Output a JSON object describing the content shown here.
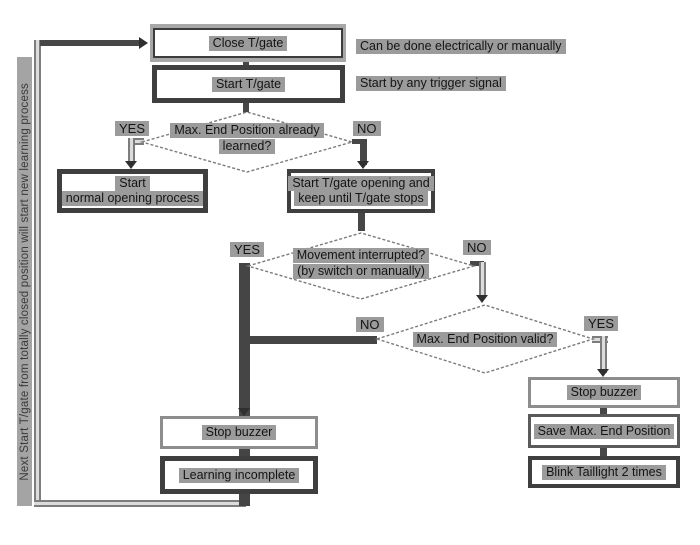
{
  "side_note": "Next Start T/gate from totally closed position will start new learning process",
  "nodes": {
    "close_tgate": {
      "label": "Close T/gate",
      "annotation": "Can be done electrically or manually"
    },
    "start_tgate": {
      "label": "Start T/gate",
      "annotation": "Start by any trigger signal"
    },
    "decision_learned": {
      "line1": "Max. End Position already",
      "line2": "learned?",
      "yes": "YES",
      "no": "NO"
    },
    "start_normal": {
      "line1": "Start",
      "line2": "normal opening process"
    },
    "start_opening": {
      "line1": "Start T/gate opening and",
      "line2": "keep until T/gate stops"
    },
    "decision_interrupted": {
      "line1": "Movement interrupted?",
      "line2": "(by switch or manually)",
      "yes": "YES",
      "no": "NO"
    },
    "decision_valid": {
      "label": "Max. End Position valid?",
      "yes": "YES",
      "no": "NO"
    },
    "stop_buzzer_right": {
      "label": "Stop buzzer"
    },
    "save_position": {
      "label": "Save Max. End Position"
    },
    "blink_taillight": {
      "label": "Blink Taillight 2 times"
    },
    "stop_buzzer_left": {
      "label": "Stop buzzer"
    },
    "learning_incomplete": {
      "label": "Learning incomplete"
    }
  },
  "colors": {
    "chip_background": "#9b9b9b",
    "border_dark": "#3f3f3f",
    "border_gray": "#8d8d8d",
    "pipe_gray": "#7d7d7d",
    "thick_line": "#454545",
    "diamond_stroke": "#7a7a7a"
  }
}
